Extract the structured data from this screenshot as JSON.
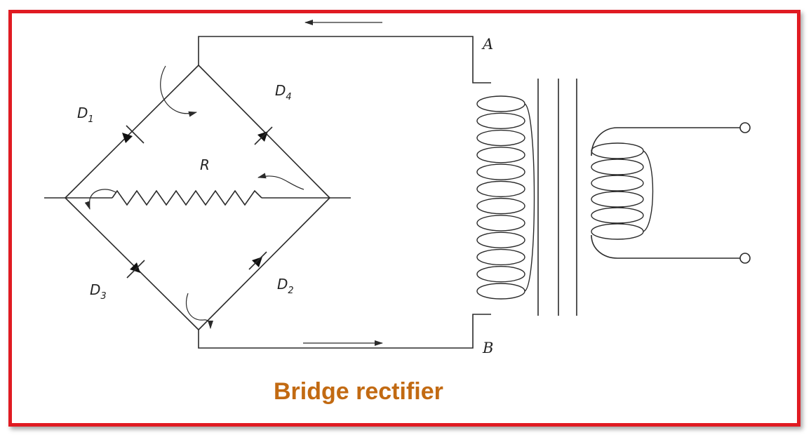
{
  "diagram": {
    "caption": "Bridge rectifier",
    "diodes": [
      {
        "main": "D",
        "sub": "1"
      },
      {
        "main": "D",
        "sub": "2"
      },
      {
        "main": "D",
        "sub": "3"
      },
      {
        "main": "D",
        "sub": "4"
      }
    ],
    "resistor_label": "R",
    "terminal_a": "A",
    "terminal_b": "B",
    "colors": {
      "frame": "#e01b22",
      "caption": "#c26a12",
      "line": "#2a2a2a"
    }
  }
}
